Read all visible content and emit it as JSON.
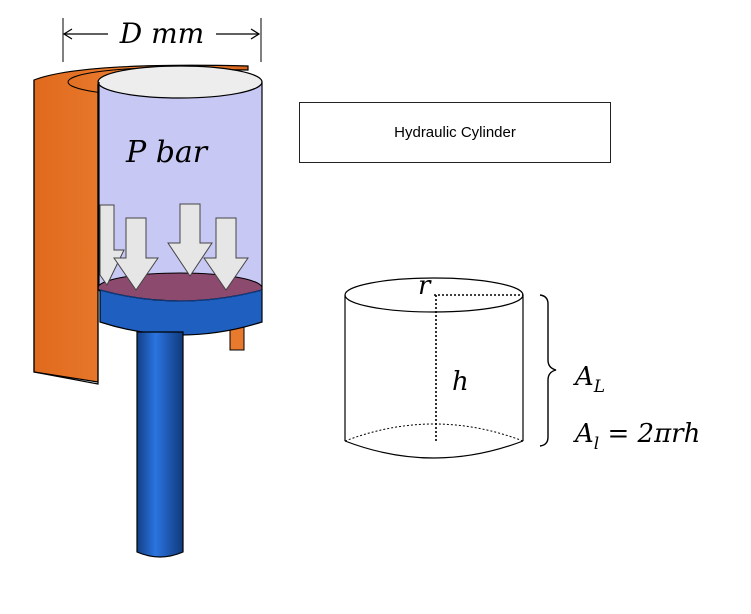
{
  "diagram": {
    "dimension_label": "D mm",
    "pressure_label": "P bar",
    "caption": "Hydraulic Cylinder",
    "cylinder_model": {
      "radius_label": "r",
      "height_label": "h",
      "area_label_main": "A",
      "area_label_main_sub": "L",
      "area_formula_lhs": "A",
      "area_formula_lhs_sub": "l",
      "area_formula_rhs": " = 2πrh"
    }
  },
  "colors": {
    "barrel_orange": "#e87a2e",
    "chamber_fill": "#c8c8f5",
    "fluid_fill": "#8b4a6e",
    "piston_blue": "#1f5fbf",
    "arrow_fill": "#e6e6e6"
  }
}
